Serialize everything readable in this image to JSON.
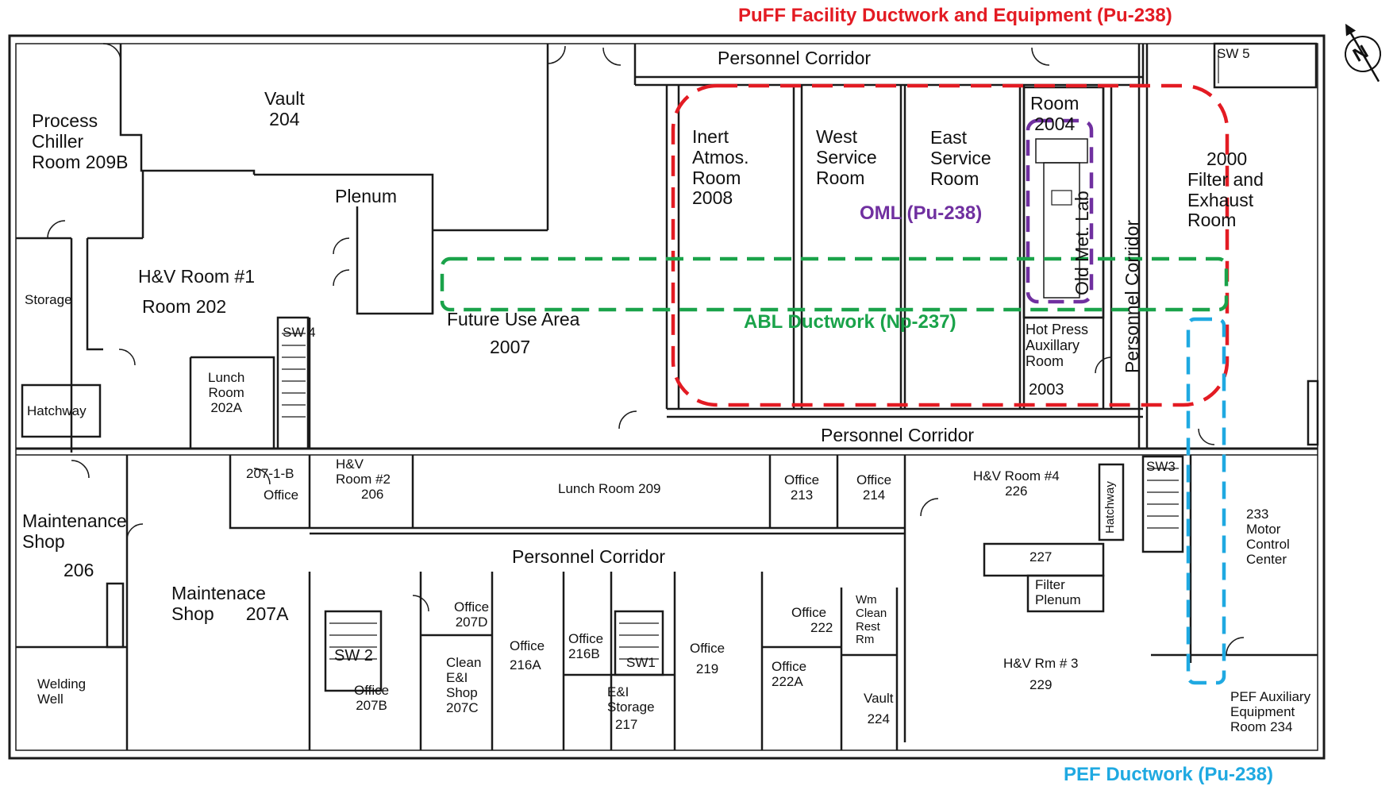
{
  "titles": {
    "puff": "PuFF Facility Ductwork and Equipment (Pu-238)",
    "pef": "PEF Ductwork (Pu-238)"
  },
  "zones": {
    "oml": "OML (Pu-238)",
    "abl": "ABL Ductwork (Np-237)"
  },
  "colors": {
    "puff": "#e31b23",
    "oml": "#7030a0",
    "abl": "#1aa34a",
    "pef": "#1fa9e1",
    "wall": "#1a1a1a"
  },
  "icons": {
    "compass": "north-compass-icon"
  },
  "compass_letter": "N",
  "rooms": {
    "vault204": [
      "Vault",
      "204"
    ],
    "process_chiller": [
      "Process",
      "Chiller",
      "Room 209B"
    ],
    "plenum": "Plenum",
    "hv1": [
      "H&V Room #1",
      "Room 202"
    ],
    "storage": "Storage",
    "sw4": "SW 4",
    "lunch202a": [
      "Lunch",
      "Room",
      "202A"
    ],
    "hatchway_left": "Hatchway",
    "future_use": [
      "Future Use Area",
      "2007"
    ],
    "inert": [
      "Inert",
      "Atmos.",
      "Room",
      "2008"
    ],
    "west_service": [
      "West",
      "Service",
      "Room"
    ],
    "east_service": [
      "East",
      "Service",
      "Room"
    ],
    "room2004": [
      "Room",
      "2004"
    ],
    "old_met_lab": "Old Met. Lab",
    "personnel_corridor_vert": "Personnel Corridor",
    "room2000": [
      "2000",
      "Filter and",
      "Exhaust",
      "Room"
    ],
    "hot_press": [
      "Hot Press",
      "Auxillary",
      "Room"
    ],
    "room2003": "2003",
    "sw5": "SW 5",
    "personnel_corridor_top": "Personnel Corridor",
    "personnel_corridor_mid": "Personnel Corridor",
    "personnel_corridor_low": "Personnel Corridor",
    "maint206": [
      "Maintenance",
      "Shop",
      "206"
    ],
    "office207_1b": [
      "207-1-B",
      "Office"
    ],
    "hv2": [
      "H&V",
      "Room #2",
      "206"
    ],
    "lunch209": "Lunch Room 209",
    "office213": [
      "Office",
      "213"
    ],
    "office214": [
      "Office",
      "214"
    ],
    "hv4": [
      "H&V Room #4",
      "226"
    ],
    "hatchway_right": "Hatchway",
    "sw3": "SW3",
    "mcc233": [
      "233",
      "Motor",
      "Control",
      "Center"
    ],
    "maint207a": [
      "Maintenace",
      "Shop",
      "207A"
    ],
    "welding": [
      "Welding",
      "Well"
    ],
    "sw2": "SW 2",
    "office207b": [
      "Office",
      "207B"
    ],
    "office207d": [
      "Office",
      "207D"
    ],
    "clean_ei": [
      "Clean",
      "E&I",
      "Shop",
      "207C"
    ],
    "office216a": [
      "Office",
      "216A"
    ],
    "office216b": [
      "Office",
      "216B"
    ],
    "sw1": "SW1",
    "ei_storage": [
      "E&I",
      "Storage",
      "217"
    ],
    "office219": [
      "Office",
      "219"
    ],
    "office222": [
      "Office",
      "222"
    ],
    "office222a": [
      "Office",
      "222A"
    ],
    "wm_clean": [
      "Wm",
      "Clean",
      "Rest",
      "Rm"
    ],
    "vault224": [
      "Vault",
      "224"
    ],
    "room227": "227",
    "filter_plenum": [
      "Filter",
      "Plenum"
    ],
    "hv3": [
      "H&V Rm # 3",
      "229"
    ],
    "pef234": [
      "PEF Auxiliary",
      "Equipment",
      "Room  234"
    ]
  }
}
